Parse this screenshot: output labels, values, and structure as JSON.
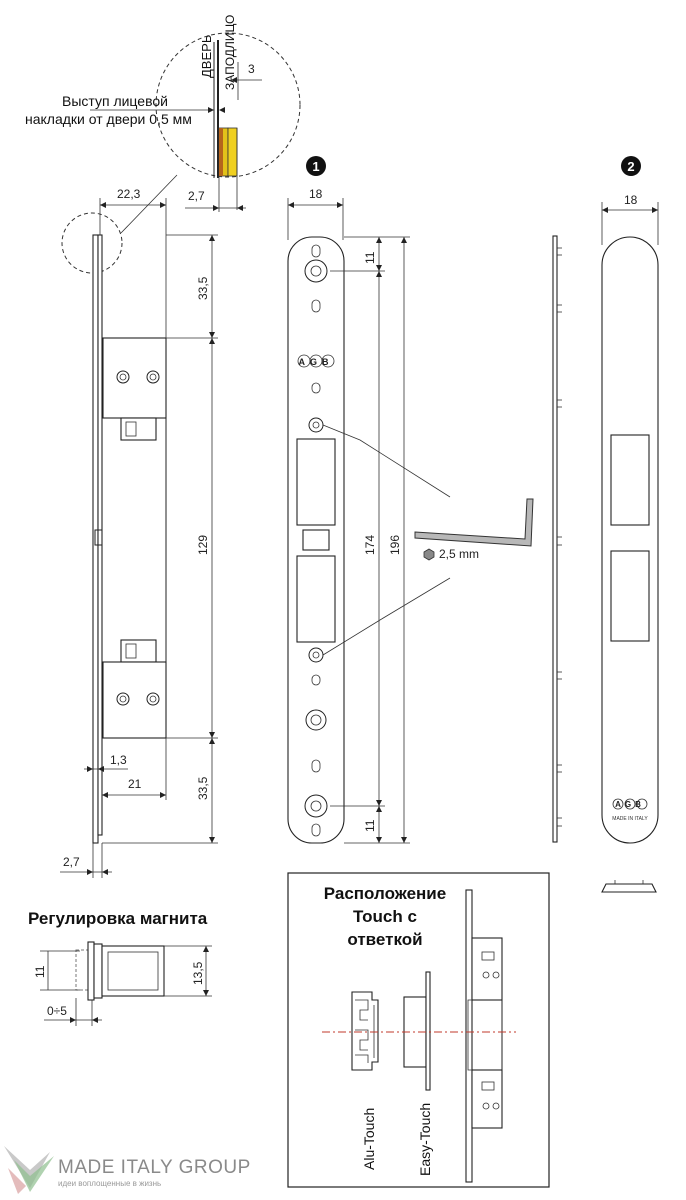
{
  "detail": {
    "label_door": "ДВЕРЬ",
    "label_stop": "ЗАПОДЛИЦО",
    "dim_3": "3",
    "protrusion_line1": "Выступ лицевой",
    "protrusion_line2": "накладки от двери 0,5 мм",
    "dim_2_7_top": "2,7"
  },
  "lock_side": {
    "dim_22_3": "22,3",
    "dim_33_5_top": "33,5",
    "dim_129": "129",
    "dim_33_5_bottom": "33,5",
    "dim_1_3": "1,3",
    "dim_21": "21",
    "dim_2_7_bottom": "2,7"
  },
  "plate1": {
    "marker": "1",
    "dim_width": "18",
    "dim_11_top": "11",
    "dim_174": "174",
    "dim_196": "196",
    "dim_11_bottom": "11",
    "logo": "AGB"
  },
  "key": {
    "size": "2,5 mm"
  },
  "plate2": {
    "marker": "2",
    "dim_width": "18",
    "logo": "AGB",
    "made_in": "MADE IN ITALY"
  },
  "magnet": {
    "title": "Регулировка магнита",
    "dim_11": "11",
    "dim_13_5": "13,5",
    "dim_range": "0÷5"
  },
  "touch": {
    "title_line1": "Расположение",
    "title_line2": "Touch с",
    "title_line3": "ответкой",
    "alu_label": "Alu-Touch",
    "easy_label": "Easy-Touch"
  },
  "watermark": {
    "name": "MADE ITALY GROUP",
    "tagline": "идеи воплощенные в жизнь"
  }
}
